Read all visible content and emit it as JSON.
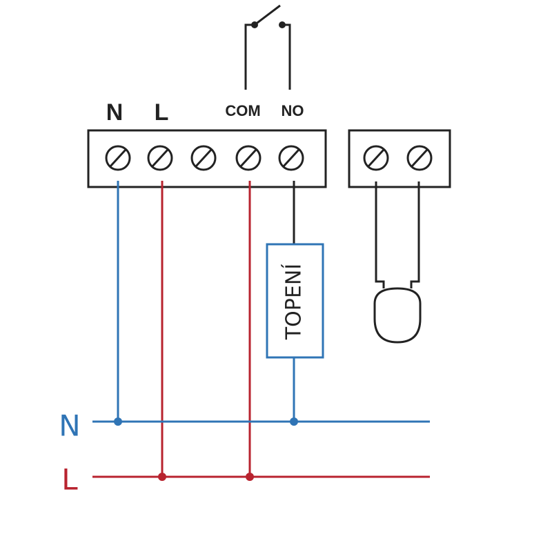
{
  "terminal_labels": {
    "n": "N",
    "l": "L",
    "com": "COM",
    "no": "NO"
  },
  "load_label": "TOPENÍ",
  "bus_labels": {
    "neutral": "N",
    "live": "L"
  },
  "colors": {
    "neutral": "#2f74b5",
    "live": "#b8232f",
    "outline": "#222222"
  },
  "icons": {
    "relay_contact": "switch-open-icon",
    "screw": "screw-terminal-icon",
    "sensor": "temperature-sensor-icon"
  }
}
